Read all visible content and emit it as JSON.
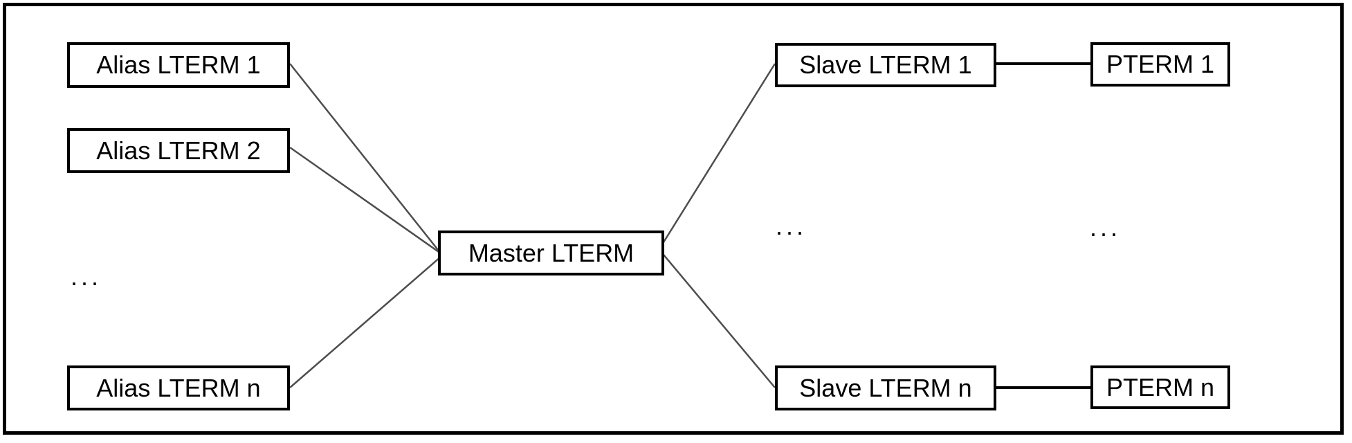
{
  "diagram": {
    "nodes": {
      "alias1": {
        "label": "Alias LTERM 1"
      },
      "alias2": {
        "label": "Alias LTERM 2"
      },
      "aliasN": {
        "label": "Alias LTERM n"
      },
      "master": {
        "label": "Master LTERM"
      },
      "slave1": {
        "label": "Slave LTERM 1"
      },
      "slaveN": {
        "label": "Slave LTERM n"
      },
      "pterm1": {
        "label": "PTERM 1"
      },
      "ptermN": {
        "label": "PTERM n"
      }
    },
    "ellipsis": {
      "alias_column": "...",
      "slave_column": "...",
      "pterm_column": "..."
    },
    "edges": [
      {
        "from": "alias1",
        "to": "master"
      },
      {
        "from": "alias2",
        "to": "master"
      },
      {
        "from": "aliasN",
        "to": "master"
      },
      {
        "from": "master",
        "to": "slave1"
      },
      {
        "from": "master",
        "to": "slaveN"
      },
      {
        "from": "slave1",
        "to": "pterm1"
      },
      {
        "from": "slaveN",
        "to": "ptermN"
      }
    ],
    "colors": {
      "background": "#ffffff",
      "box_border": "#000000",
      "text": "#000000",
      "diagonal_line": "#4d4d4d",
      "horizontal_line": "#000000"
    }
  }
}
